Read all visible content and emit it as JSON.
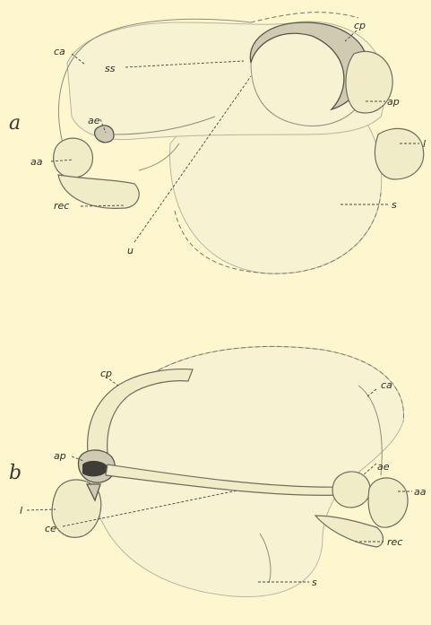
{
  "figure": {
    "panels": [
      {
        "letter": "a",
        "labels": {
          "ca": "ca",
          "ss": "ss",
          "cp": "cp",
          "ap": "ap",
          "ae": "ae",
          "aa": "aa",
          "l": "l",
          "rec": "rec",
          "s": "s",
          "u": "u"
        }
      },
      {
        "letter": "b",
        "labels": {
          "cp": "cp",
          "ca": "ca",
          "ap": "ap",
          "ae": "ae",
          "aa": "aa",
          "l": "l",
          "ce": "ce",
          "rec": "rec",
          "s": "s"
        }
      }
    ]
  },
  "colors": {
    "paper": "#fdf6cf",
    "ink": "#2f2e28"
  }
}
